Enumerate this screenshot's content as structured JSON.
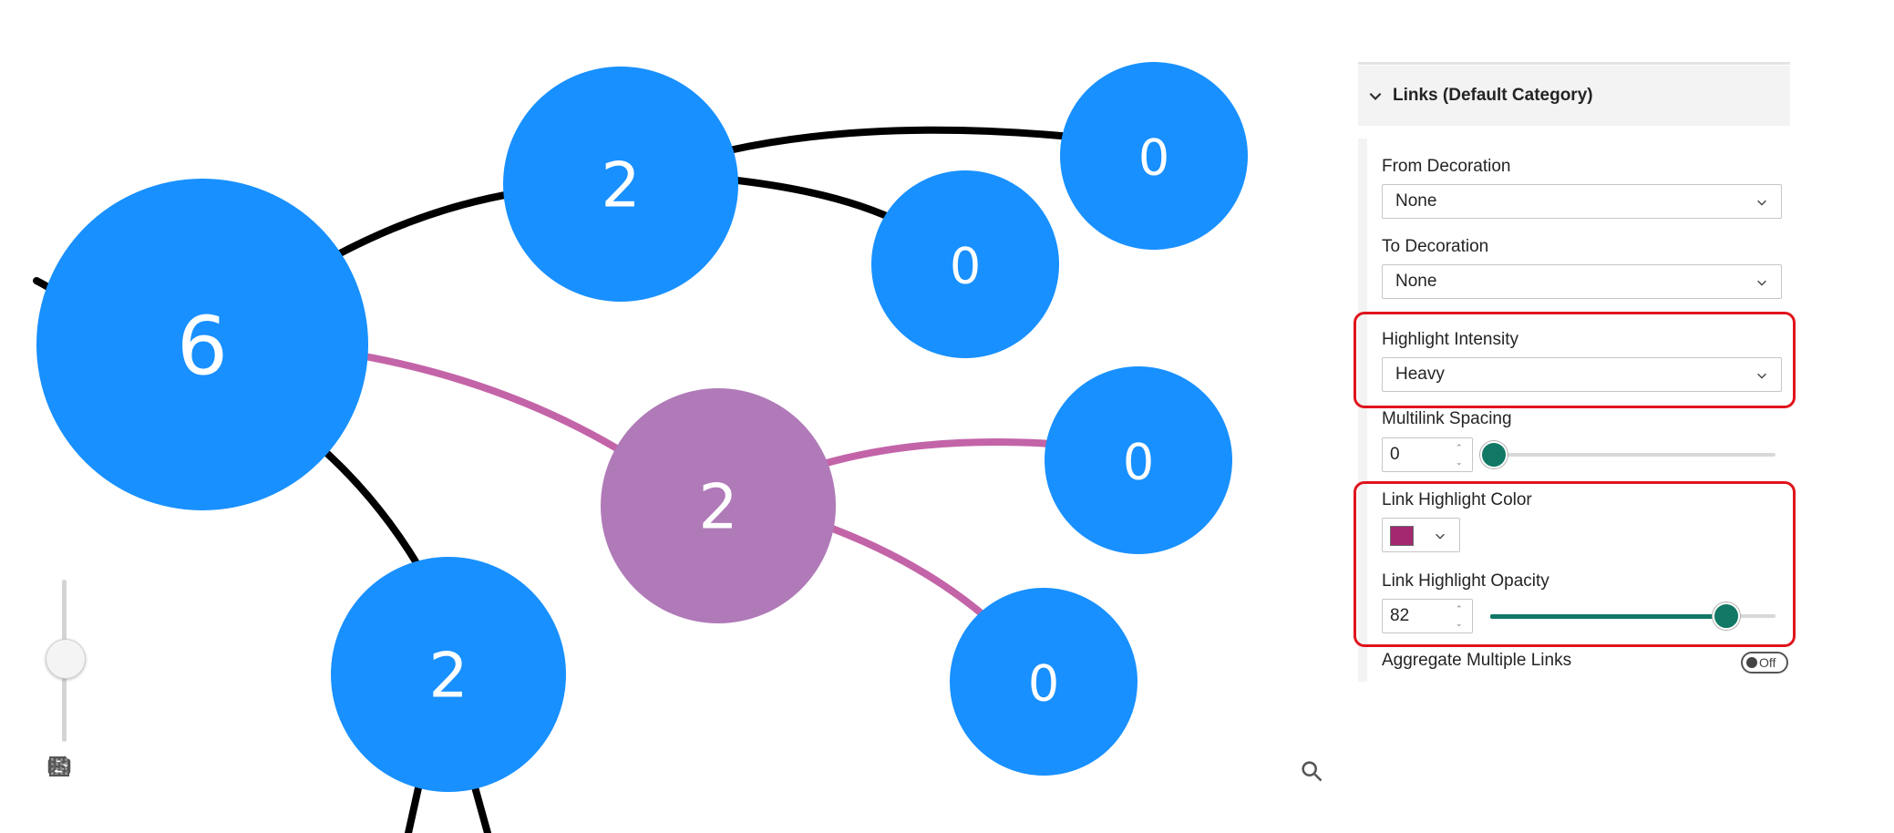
{
  "graph": {
    "nodes": [
      {
        "id": "n6",
        "label": "6",
        "highlighted": false
      },
      {
        "id": "n2a",
        "label": "2",
        "highlighted": false
      },
      {
        "id": "n0a",
        "label": "0",
        "highlighted": false
      },
      {
        "id": "n0b",
        "label": "0",
        "highlighted": false
      },
      {
        "id": "n2b",
        "label": "2",
        "highlighted": true
      },
      {
        "id": "n0c",
        "label": "0",
        "highlighted": false
      },
      {
        "id": "n0d",
        "label": "0",
        "highlighted": false
      },
      {
        "id": "n2c",
        "label": "2",
        "highlighted": false
      }
    ],
    "colors": {
      "node": "#1890ff",
      "node_highlight": "#b07ab8",
      "link": "#000000",
      "link_highlight": "#c364a8"
    },
    "zoom_level": 0.62
  },
  "toolbar": {
    "icons": [
      "screenshot-icon",
      "undo-icon",
      "shuffle-icon",
      "refresh-icon",
      "save-icon",
      "grid-icon"
    ],
    "search_icon": "search-icon"
  },
  "panel": {
    "section_title": "Links (Default Category)",
    "from_decoration": {
      "label": "From Decoration",
      "value": "None"
    },
    "to_decoration": {
      "label": "To Decoration",
      "value": "None"
    },
    "highlight_intensity": {
      "label": "Highlight Intensity",
      "value": "Heavy"
    },
    "multilink_spacing": {
      "label": "Multilink Spacing",
      "value": "0",
      "slider_fraction": 0.0
    },
    "link_highlight_color": {
      "label": "Link Highlight Color",
      "color": "#a3286f"
    },
    "link_highlight_opacity": {
      "label": "Link Highlight Opacity",
      "value": "82",
      "slider_fraction": 0.82
    },
    "aggregate_links": {
      "label": "Aggregate Multiple Links",
      "toggle_text": "Off"
    },
    "accent_color": "#117865",
    "callout_color": "#e0141c"
  }
}
